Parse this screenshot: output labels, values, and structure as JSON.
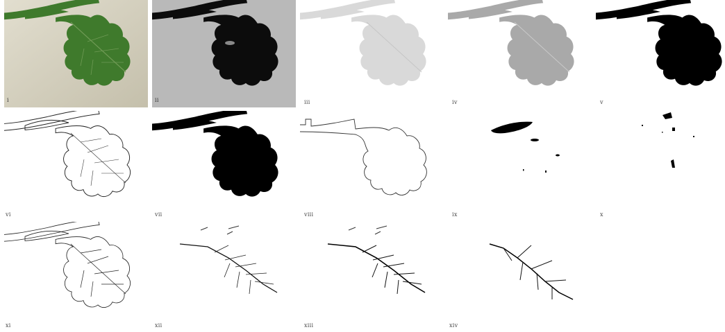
{
  "figure": {
    "panels": [
      {
        "id": "i",
        "label": "i"
      },
      {
        "id": "ii",
        "label": "ii"
      },
      {
        "id": "iii",
        "label": "iii"
      },
      {
        "id": "iv",
        "label": "iv"
      },
      {
        "id": "v",
        "label": "v"
      },
      {
        "id": "vi",
        "label": "vi"
      },
      {
        "id": "vii",
        "label": "vii"
      },
      {
        "id": "viii",
        "label": "viii"
      },
      {
        "id": "ix",
        "label": "ix"
      },
      {
        "id": "x",
        "label": "x"
      },
      {
        "id": "xi",
        "label": "xi"
      },
      {
        "id": "xii",
        "label": "xii"
      },
      {
        "id": "xiii",
        "label": "xiii"
      },
      {
        "id": "xiv",
        "label": "xiv"
      }
    ],
    "colors": {
      "photo_bg": "#d8d3bf",
      "leaf_green": "#3f7a2c",
      "gray_bg": "#b9b9b9",
      "pale_leaf": "#d9d9d9",
      "mid_leaf": "#a9a9a9"
    }
  }
}
